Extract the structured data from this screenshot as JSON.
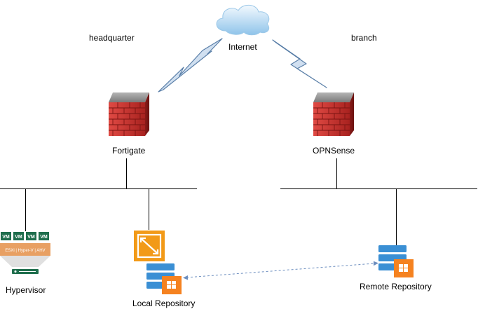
{
  "labels": {
    "internet": "Internet",
    "headquarter": "headquarter",
    "branch": "branch",
    "fortigate": "Fortigate",
    "opnsense": "OPNSense",
    "hypervisor": "Hypervisor",
    "local_repository": "Local Repository",
    "remote_repository": "Remote Repository"
  },
  "hypervisor_icon": {
    "vm_labels": [
      "VM",
      "VM",
      "VM",
      "VM"
    ],
    "platforms": "ESXi | Hyper-V | AHV"
  },
  "icons": {
    "internet": "cloud-icon",
    "lightning": "lightning-bolt-icon",
    "firewall": "brick-firewall-icon",
    "proxy": "veeam-proxy-icon",
    "repository": "server-stack-windows-icon"
  },
  "colors": {
    "network_line": "#000000",
    "cloud_light": "#e8f4fc",
    "cloud_dark": "#7cb8e4",
    "brick_red": "#c9302c",
    "brick_top": "#8f8f8f",
    "lightning_fill": "#d4e4f4",
    "lightning_stroke": "#5a7fa8",
    "vm_green": "#1f6e4d",
    "hypervisor_orange": "#e8a063",
    "proxy_orange": "#f29a18",
    "server_blue": "#3a8fd4",
    "windows_orange": "#f58220",
    "dashed_link": "#6c8ebf"
  }
}
